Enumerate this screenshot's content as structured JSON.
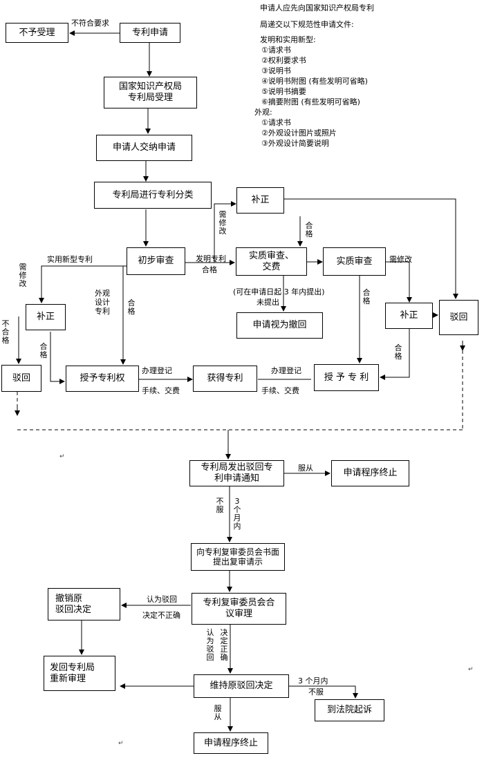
{
  "boxes": {
    "no_accept": "不予受理",
    "apply": "专利申请",
    "office_accept": "国家知识产权局\n专利局受理",
    "applicant_submit": "申请人交纳申请",
    "classify": "专利局进行专利分类",
    "supplement_top": "补正",
    "prelim_exam": "初步审查",
    "substantive_fee": "实质审查、\n交费",
    "substantive_exam": "实质审查",
    "withdrawn": "申请视为撤回",
    "supplement_left": "补正",
    "supplement_right": "补正",
    "reject_right": "驳回",
    "reject_left": "驳回",
    "grant_left": "授予专利权",
    "obtain_patent": "获得专利",
    "grant_right": "授 予 专 利",
    "reject_notice": "专利局发出驳回专\n利申请通知",
    "terminate_top": "申请程序终止",
    "review_request": "向专利复审委员会书面\n提出复审请示",
    "review_board": "专利复审委员会合\n议审理",
    "revoke_reject": "撤销原\n驳回决定",
    "return_office": "发回专利局\n重新审理",
    "maintain_reject": "维持原驳回决定",
    "court": "到法院起诉",
    "terminate_bottom": "申请程序终止"
  },
  "labels": {
    "not_meet": "不符合要求",
    "utility_model": "实用新型专利",
    "need_revise_left": "需\n修\n改",
    "not_qualified_left": "不\n合\n格",
    "qualified_left": "合\n格",
    "design_patent": "外观\n设计\n专利",
    "qualified_mid": "合\n格",
    "invention_patent": "发明专利",
    "qualified_prelim": "合格",
    "need_revise_top": "需\n修\n改",
    "qualified_top": "合\n格",
    "within_3y": "(可在申请日起 3 年内提出)",
    "not_submitted": "未提出",
    "qualified_sub": "合\n格",
    "need_revise_right": "需修改",
    "qualified_right": "合\n格",
    "register_1": "办理登记",
    "fee_1": "手续、交费",
    "register_2": "办理登记",
    "fee_2": "手续、交费",
    "comply": "服从",
    "not_comply_v": "不\n服",
    "three_months_v": "3\n个\n月\n内",
    "deem_reject": "认为驳回",
    "decision_wrong": "决定不正确",
    "deem_reject_v": "认\n为\n驳\n回",
    "decision_wrong_v": "决\n定\n正\n确",
    "three_months": "3 个月内",
    "not_comply": "不服",
    "comply_v": "服\n从"
  },
  "note": {
    "line1": "申请人应先向国家知识产权局专利",
    "line2": "局递交以下规范性申请文件:",
    "line3": "发明和实用新型:",
    "items_invention": [
      "①请求书",
      "②权利要求书",
      "③说明书",
      "④说明书附图 (有些发明可省略)",
      "⑤说明书摘要",
      "⑥摘要附图 (有些发明可省略)"
    ],
    "line_design": "外观:",
    "items_design": [
      "①请求书",
      "②外观设计图片或照片",
      "③外观设计简要说明"
    ]
  },
  "para_mark": "↵"
}
